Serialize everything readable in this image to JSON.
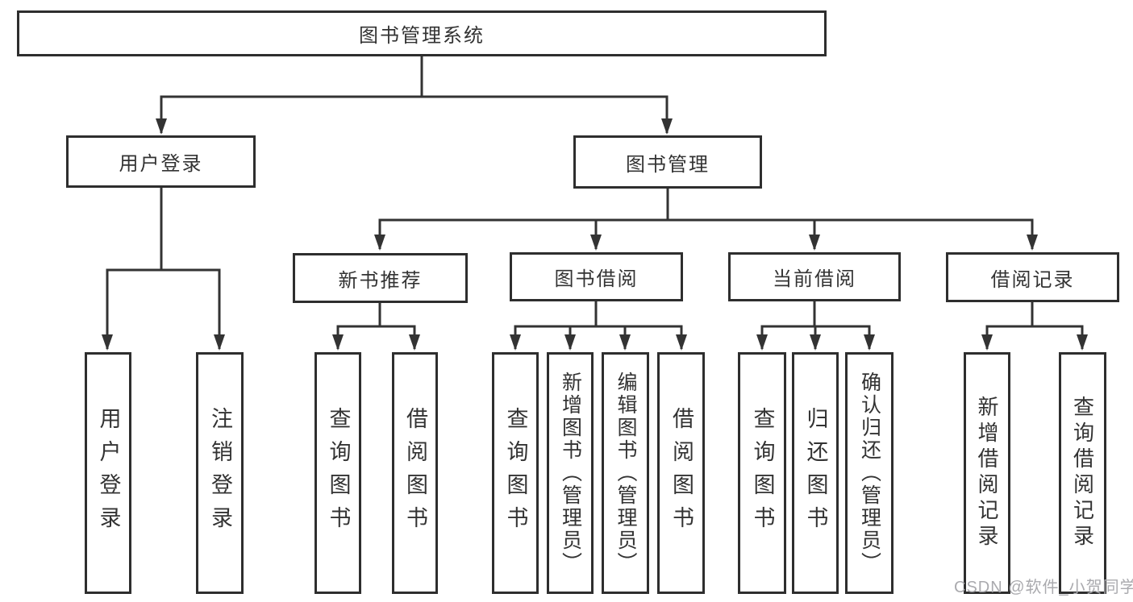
{
  "diagram": {
    "root": {
      "label": "图书管理系统"
    },
    "level2": {
      "user_login": {
        "label": "用户登录"
      },
      "book_mgmt": {
        "label": "图书管理"
      }
    },
    "level3": {
      "new_books": {
        "label": "新书推荐"
      },
      "book_borrow": {
        "label": "图书借阅"
      },
      "current_borrow": {
        "label": "当前借阅"
      },
      "borrow_records": {
        "label": "借阅记录"
      }
    },
    "leaves": {
      "user_login": [
        "用户登录",
        "注销登录"
      ],
      "new_books": [
        "查询图书",
        "借阅图书"
      ],
      "book_borrow": [
        "查询图书",
        "新增图书（管理员）",
        "编辑图书（管理员）",
        "借阅图书"
      ],
      "current_borrow": [
        "查询图书",
        "归还图书",
        "确认归还（管理员）"
      ],
      "borrow_records": [
        "新增借阅记录",
        "查询借阅记录"
      ]
    }
  },
  "watermark": {
    "text": "CSDN @软件_小贺同学"
  },
  "colors": {
    "line": "#333333",
    "border": "#2e2e2e",
    "text": "#333333",
    "background": "#ffffff",
    "watermark": "#aaaaae"
  }
}
